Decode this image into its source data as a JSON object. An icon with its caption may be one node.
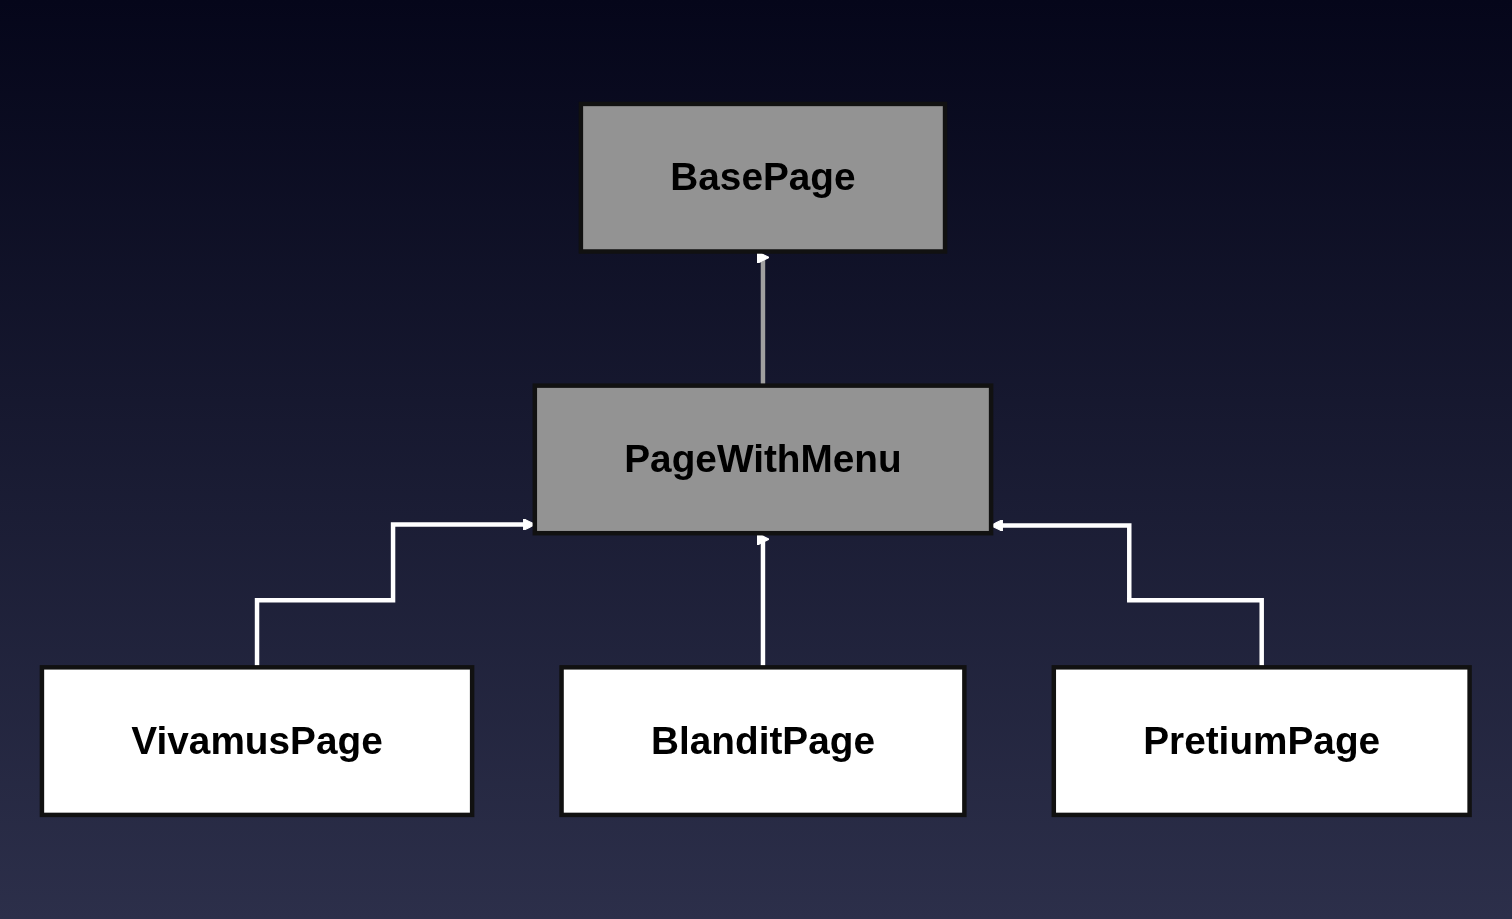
{
  "diagram": {
    "nodes": [
      {
        "text": [
          "BasePage"
        ]
      },
      {
        "text": [
          "PageWithMenu"
        ]
      },
      {
        "text": [
          "VivamusPage"
        ]
      },
      {
        "text": [
          "BlanditPage"
        ]
      },
      {
        "text": [
          "PretiumPage"
        ]
      }
    ],
    "edges": [
      {
        "from": 1,
        "to": 0,
        "arrow": "to",
        "color": "#a0a0a0"
      },
      {
        "from": 2,
        "to": 1,
        "arrow": "to"
      },
      {
        "from": 3,
        "to": 1,
        "arrow": "to"
      },
      {
        "from": 4,
        "to": 1,
        "arrow": "to"
      }
    ]
  }
}
